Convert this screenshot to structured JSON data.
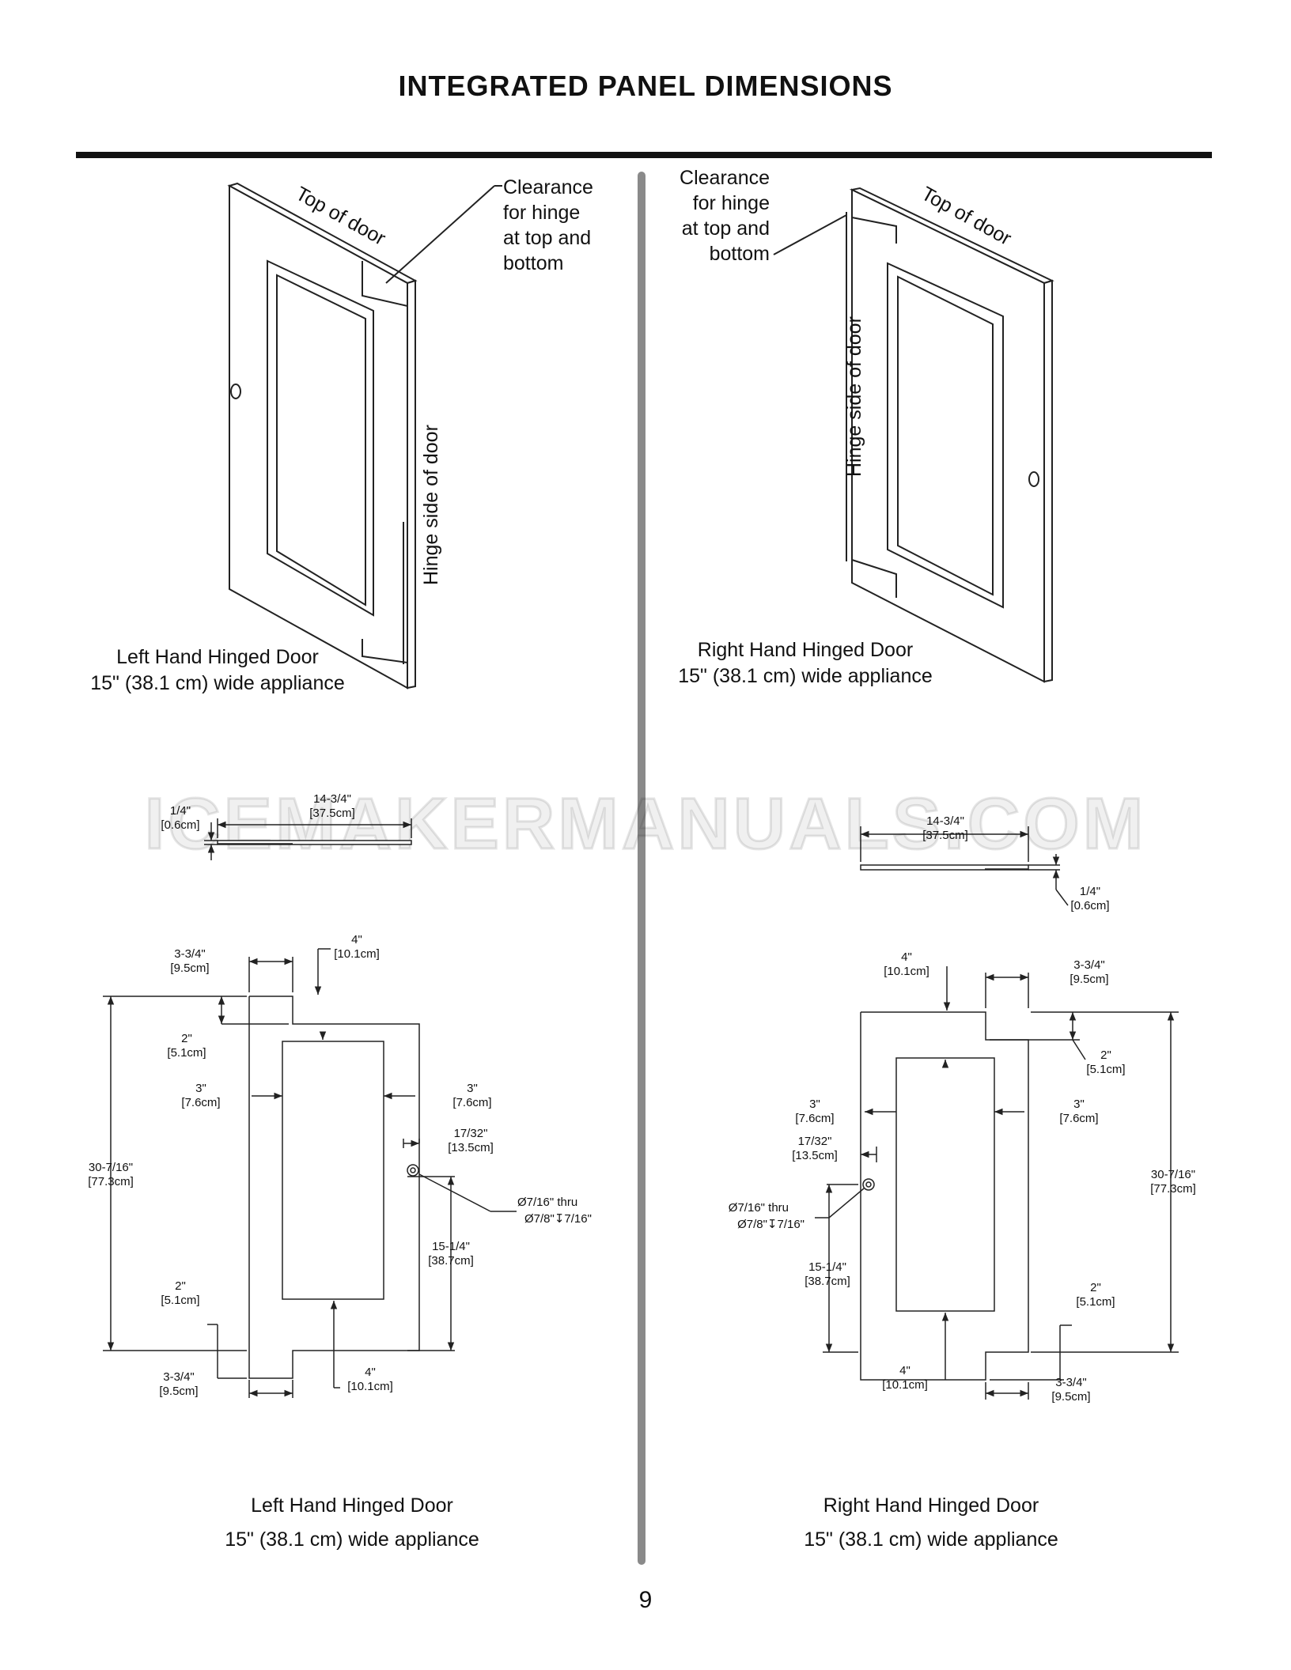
{
  "page": {
    "title": "INTEGRATED PANEL DIMENSIONS",
    "page_number": "9",
    "watermark": "ICEMAKERMANUALS.COM"
  },
  "left_iso": {
    "top_label": "Top of door",
    "hinge_label": "Hinge side of door",
    "clearance": [
      "Clearance",
      "for hinge",
      "at top and",
      "bottom"
    ],
    "caption": [
      "Left Hand Hinged Door",
      "15\" (38.1 cm) wide appliance"
    ]
  },
  "right_iso": {
    "top_label": "Top of door",
    "hinge_label": "Hinge side of door",
    "clearance": [
      "Clearance",
      "for hinge",
      "at top and",
      "bottom"
    ],
    "caption": [
      "Right Hand Hinged Door",
      "15\" (38.1 cm) wide appliance"
    ]
  },
  "left_edge": {
    "width": [
      "14-3/4\"",
      "[37.5cm]"
    ],
    "thickness": [
      "1/4\"",
      "[0.6cm]"
    ]
  },
  "right_edge": {
    "width": [
      "14-3/4\"",
      "[37.5cm]"
    ],
    "thickness": [
      "1/4\"",
      "[0.6cm]"
    ]
  },
  "left_front": {
    "notch_width": [
      "3-3/4\"",
      "[9.5cm]"
    ],
    "top_rail": [
      "4\"",
      "[10.1cm]"
    ],
    "notch_height_top": [
      "2\"",
      "[5.1cm]"
    ],
    "left_stile": [
      "3\"",
      "[7.6cm]"
    ],
    "right_stile": [
      "3\"",
      "[7.6cm]"
    ],
    "hole_offset": [
      "17/32\"",
      "[13.5cm]"
    ],
    "hole_spec": [
      "Ø7/16\" thru",
      "Ø7/8\"↧7/16\""
    ],
    "height": [
      "30-7/16\"",
      "[77.3cm]"
    ],
    "hole_height": [
      "15-1/4\"",
      "[38.7cm]"
    ],
    "notch_height_bottom": [
      "2\"",
      "[5.1cm]"
    ],
    "notch_width_bottom": [
      "3-3/4\"",
      "[9.5cm]"
    ],
    "bottom_rail": [
      "4\"",
      "[10.1cm]"
    ],
    "caption": [
      "Left Hand Hinged Door",
      "15\" (38.1 cm) wide appliance"
    ]
  },
  "right_front": {
    "top_rail": [
      "4\"",
      "[10.1cm]"
    ],
    "notch_width": [
      "3-3/4\"",
      "[9.5cm]"
    ],
    "notch_height_top": [
      "2\"",
      "[5.1cm]"
    ],
    "left_stile": [
      "3\"",
      "[7.6cm]"
    ],
    "right_stile": [
      "3\"",
      "[7.6cm]"
    ],
    "hole_offset": [
      "17/32\"",
      "[13.5cm]"
    ],
    "hole_spec": [
      "Ø7/16\" thru",
      "Ø7/8\"↧7/16\""
    ],
    "height": [
      "30-7/16\"",
      "[77.3cm]"
    ],
    "hole_height": [
      "15-1/4\"",
      "[38.7cm]"
    ],
    "notch_height_bottom": [
      "2\"",
      "[5.1cm]"
    ],
    "bottom_rail": [
      "4\"",
      "[10.1cm]"
    ],
    "notch_width_bottom": [
      "3-3/4\"",
      "[9.5cm]"
    ],
    "caption": [
      "Right Hand Hinged Door",
      "15\" (38.1 cm) wide appliance"
    ]
  }
}
